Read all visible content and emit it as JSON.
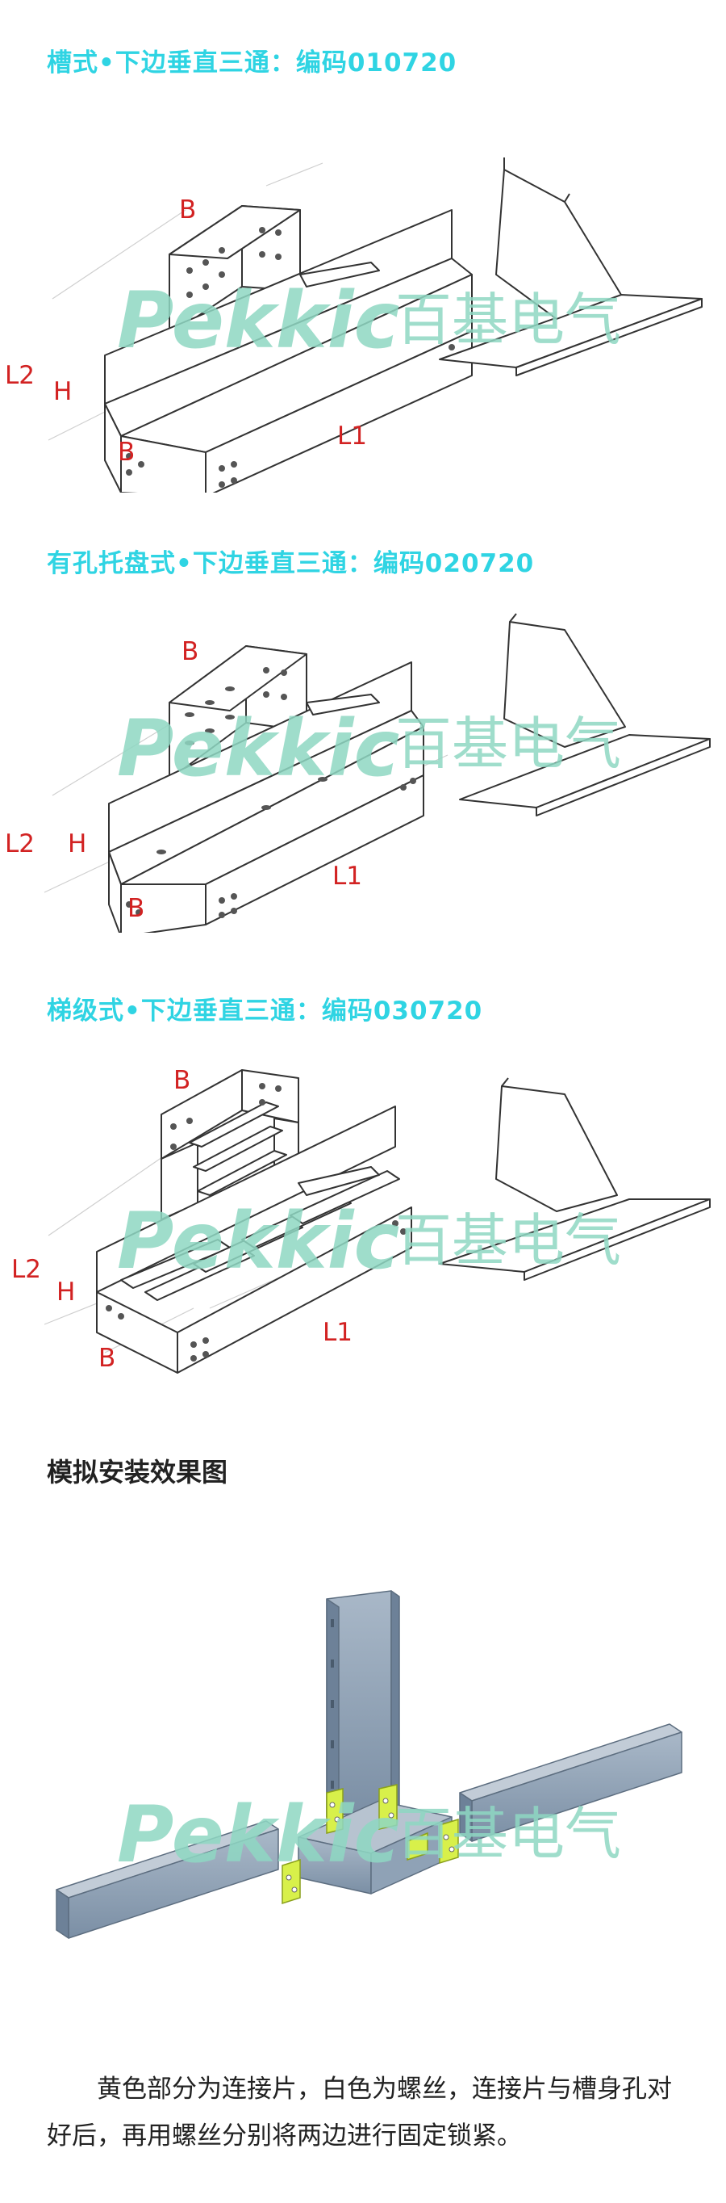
{
  "sections": [
    {
      "title": "槽式•下边垂直三通：编码010720",
      "labels": {
        "b_top": "B",
        "l2": "L2",
        "h": "H",
        "b_bottom": "B",
        "l1": "L1"
      }
    },
    {
      "title": "有孔托盘式•下边垂直三通：编码020720",
      "labels": {
        "b_top": "B",
        "l2": "L2",
        "h": "H",
        "b_bottom": "B",
        "l1": "L1"
      }
    },
    {
      "title": "梯级式•下边垂直三通：编码030720",
      "labels": {
        "b_top": "B",
        "l2": "L2",
        "h": "H",
        "b_bottom": "B",
        "l1": "L1"
      }
    }
  ],
  "install": {
    "title": "模拟安装效果图",
    "caption": "黄色部分为连接片，白色为螺丝，连接片与槽身孔对好后，再用螺丝分别将两边进行固定锁紧。"
  },
  "watermark": {
    "brand_latin": "Pekkic",
    "brand_cn": "百基电气"
  },
  "colors": {
    "title_cyan": "#2fd4e3",
    "dimension_red": "#d22222",
    "watermark_green": "#8fd8c3",
    "tray_blue_gray": "#8fa2b6",
    "connector_yellow": "#d8f04a"
  }
}
